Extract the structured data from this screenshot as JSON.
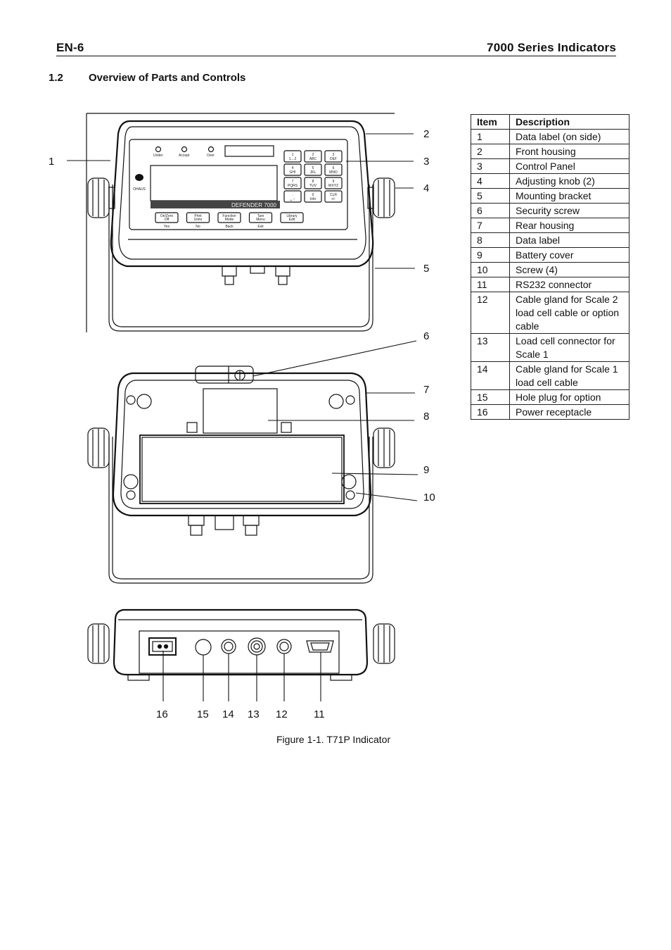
{
  "header": {
    "page_id": "EN-6",
    "doc_title": "7000 Series Indicators"
  },
  "section": {
    "number": "1.2",
    "title": "Overview of Parts and Controls"
  },
  "device": {
    "indicators": [
      "Under",
      "Accept",
      "Over"
    ],
    "brand_text": "OHAUS",
    "model_text": "DEFENDER 7000",
    "keypad": [
      {
        "top": "1",
        "bottom": "1↔2"
      },
      {
        "top": "2",
        "bottom": "ABC"
      },
      {
        "top": "3",
        "bottom": "DEF"
      },
      {
        "top": "4",
        "bottom": "GHI"
      },
      {
        "top": "5",
        "bottom": "JKL"
      },
      {
        "top": "6",
        "bottom": "MNO"
      },
      {
        "top": "7",
        "bottom": "PQRS"
      },
      {
        "top": "8",
        "bottom": "TUV"
      },
      {
        "top": "9",
        "bottom": "WXYZ"
      },
      {
        "top": ".",
        "bottom": "␣ −"
      },
      {
        "top": "0",
        "bottom": "Info"
      },
      {
        "top": "CLR",
        "bottom": "+/-"
      }
    ],
    "function_keys": [
      {
        "top": "On/Zero",
        "bottom": "Off",
        "under": "Yes"
      },
      {
        "top": "Print",
        "bottom": "Units",
        "under": "No"
      },
      {
        "top": "Function",
        "bottom": "Mode",
        "under": "Back"
      },
      {
        "top": "Tare",
        "bottom": "Menu",
        "under": "Exit"
      },
      {
        "top": "Library",
        "bottom": "Edit",
        "under": ""
      }
    ]
  },
  "callouts": {
    "c1": "1",
    "c2": "2",
    "c3": "3",
    "c4": "4",
    "c5": "5",
    "c6": "6",
    "c7": "7",
    "c8": "8",
    "c9": "9",
    "c10": "10",
    "c11": "11",
    "c12": "12",
    "c13": "13",
    "c14": "14",
    "c15": "15",
    "c16": "16"
  },
  "table": {
    "headers": [
      "Item",
      "Description"
    ],
    "rows": [
      {
        "item": "1",
        "desc": "Data label (on side)"
      },
      {
        "item": "2",
        "desc": "Front housing"
      },
      {
        "item": "3",
        "desc": "Control Panel"
      },
      {
        "item": "4",
        "desc": "Adjusting knob (2)"
      },
      {
        "item": "5",
        "desc": "Mounting bracket"
      },
      {
        "item": "6",
        "desc": "Security screw"
      },
      {
        "item": "7",
        "desc": "Rear housing"
      },
      {
        "item": "8",
        "desc": "Data label"
      },
      {
        "item": "9",
        "desc": "Battery cover"
      },
      {
        "item": "10",
        "desc": "Screw (4)"
      },
      {
        "item": "11",
        "desc": "RS232 connector"
      },
      {
        "item": "12",
        "desc": "Cable gland for Scale 2 load cell cable or option cable"
      },
      {
        "item": "13",
        "desc": "Load cell connector for Scale 1"
      },
      {
        "item": "14",
        "desc": "Cable gland for Scale 1 load cell cable"
      },
      {
        "item": "15",
        "desc": "Hole plug for option"
      },
      {
        "item": "16",
        "desc": "Power receptacle"
      }
    ]
  },
  "caption": "Figure 1-1. T71P Indicator"
}
